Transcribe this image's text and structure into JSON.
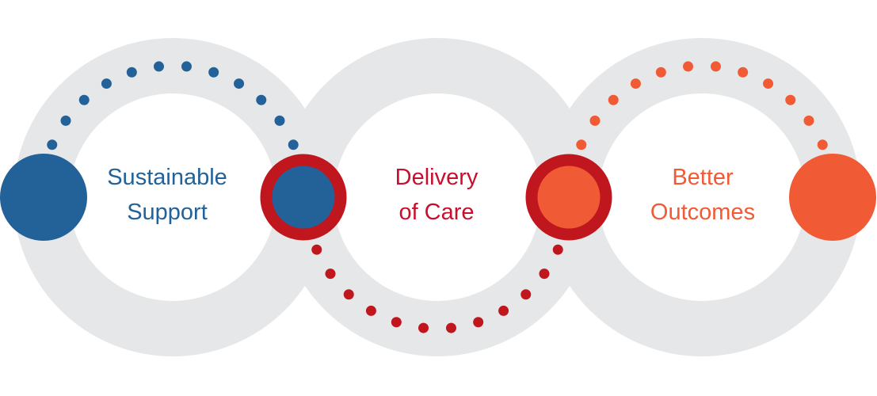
{
  "colors": {
    "ring": "#E6E7E8",
    "blue": "#236199",
    "red": "#C0161E",
    "red_text": "#C8102E",
    "orange": "#F05A35"
  },
  "stages": [
    {
      "line1": "Sustainable",
      "line2": "Support"
    },
    {
      "line1": "Delivery",
      "line2": "of Care"
    },
    {
      "line1": "Better",
      "line2": "Outcomes"
    }
  ]
}
